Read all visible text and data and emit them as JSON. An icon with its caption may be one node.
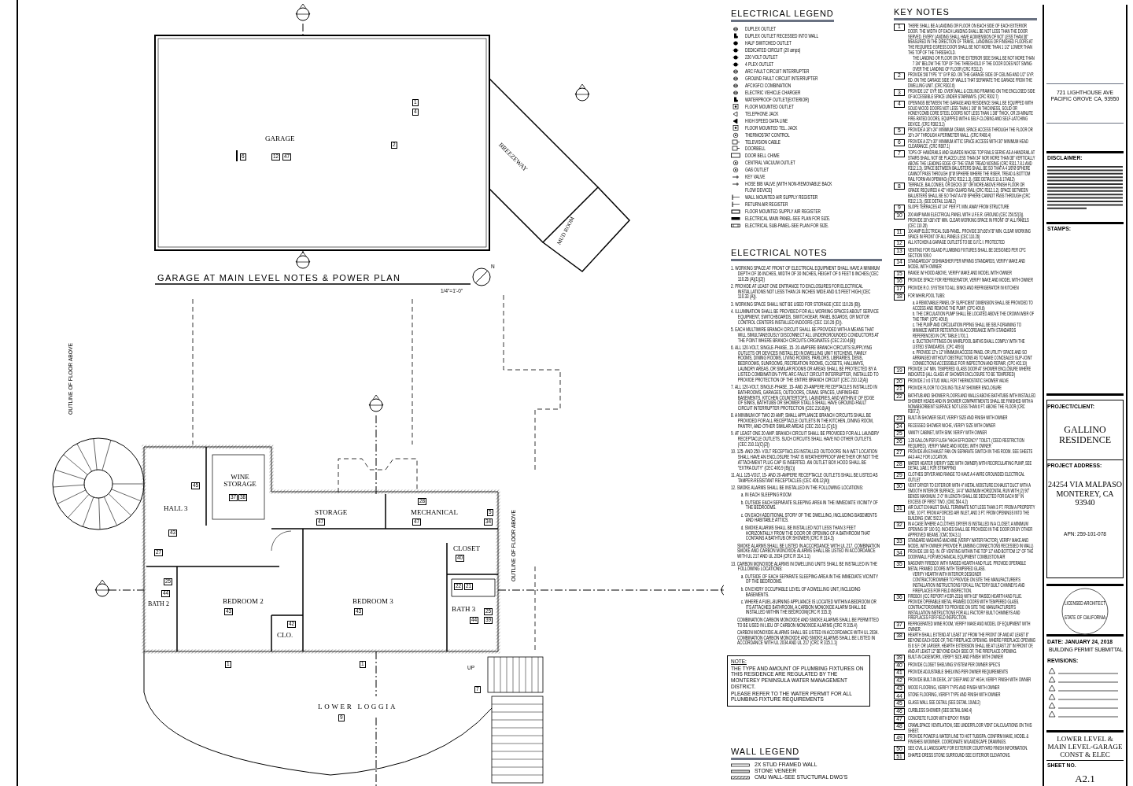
{
  "diagram": {
    "title": "GARAGE AT MAIN LEVEL NOTES & POWER PLAN",
    "nodes": [
      {
        "text": [
          "1"
        ],
        "beside": [
          "THERE SHALL BE A LANDING OR FLOOR ON EACH SIDE OF EACH EXTERIOR DOOR. THE WIDTH OF EACH LANDING SHALL BE NOT LESS THAN THE DOOR SERVED. EVERY LANDING SHALL HAVE A DIMENSION OF NOT LESS THAN 36\" MEASURED IN THE DIRECTION OF TRAVEL. LANDINGS OR FINISHED FLOORS AT THE REQUIRED EGRESS DOOR SHALL BE NOT MORE THAN 1 1/2\" LOWER THAN THE TOP OF THE THRESHOLD.",
          "THE LANDING OR FLOOR ON THE EXTERIOR SIDE SHALL BE NOT MORE THAN 7 3/4\" BELOW THE TOP OF THE THRESHOLD IF THE DOOR DOES NOT SWING OVER THE LANDING OF FLOOR (CRC R311.3)"
        ]
      },
      {
        "text": [
          "2"
        ],
        "beside": [
          "PROVIDE 5/8 TYPE \"X\" GYP. BD. ON THE GARAGE SIDE OF CEILING AND 1/2\" GYP. BD. ON THE GARAGE SIDE OF WALLS THAT SEPARATE THE GARAGE FROM THE DWELLING UNIT. (CRC R302.6)"
        ]
      },
      {
        "text": [
          "3"
        ],
        "beside": [
          "PROVIDE 1/2\" GYP. BD. OVER WALL & CEILING FRAMING ON THE ENCLOSED SIDE OF ACCESSIBLE SPACE UNDER STAIRWAYS. (CRC R302.7)"
        ]
      },
      {
        "text": [
          "4"
        ],
        "beside": [
          "OPENINGS BETWEEN THE GARAGE AND RESIDENCE SHALL BE EQUIPPED WITH SOLID WOOD DOORS NOT LESS THAN 1 3/8\" IN THICKNESS, SOLID OR HONEYCOMB CORE STEEL DOORS NOT LESS THAN 1 3/8\" THICK, OR 20-MINUTE FIRE-RATED DOORS, EQUIPPED WITH A SELF-CLOSING AND SELF-LATCHING DEVICE. (CRC R302.5.1)"
        ]
      },
      {
        "text": [
          "5"
        ],
        "beside": [
          "PROVIDE A 18\"x 24\" MINIMUM CRAWL SPACE ACCESS THROUGH THE FLOOR OR 16\"x 24\" THROUGH A PERIMETER WALL. (CRC R408.4)"
        ]
      },
      {
        "text": [
          "6"
        ],
        "beside": [
          "PROVIDE A 22\"x 30\" MINIMUM ATTIC SPACE ACCESS WITH 30\" MINIMUM HEAD CLEARANCE. (CRC R807.1)"
        ]
      },
      {
        "text": [
          "7"
        ],
        "beside": [
          "TOPS OF HANDRAILS AND GUARDS WHOSE TOP RAILS SERVE AS A HANDRAIL AT STAIRS SHALL NOT BE PLACED LESS THAN 34\" NOR MORE THAN 38\" VERTICALLY ABOVE THE LEADING EDGE OF THE STAIR TREAD NOSING (CRC R311.7.8.1 AND R312.1.3). SPACE BETWEEN BALUSTERS SHALL BE SO THAT A 4 3/8\"Ø SPHERE CANNOT PASS THROUGH (6\"Ø SPHERE WHERE THE RISER, TREAD & BOTTOM RAIL FORM AN OPENING) (CRC R312.1.3). (SEE DETAILS 11 & 17/A8.2)"
        ]
      },
      {
        "text": [
          "8"
        ],
        "beside": [
          "TERRACE, BALCONIES, OR DECKS 30\" OR MORE ABOVE FINISH FLOOR OR GRADE REQUIRED A 42\" HIGH GUARD RAIL (CRC R312.1.2). SPACE BETWEEN BALUSTERS SHALL BE SO THAT A 4\"Ø SPHERE CANNOT PASS THROUGH (CRC R312.1.3). (SEE DETAIL 11/A8.2)"
        ]
      },
      {
        "text": [
          "9"
        ],
        "beside": [
          "SLOPE TERRACES AT 1/4\" PER FT. MIN. AWAY FROM STRUCTURE"
        ]
      },
      {
        "text": [
          "10"
        ],
        "beside": [
          "200 AMP MAIN ELECTRICAL PANEL WITH U.F.E.R. GROUND (CEC 250.52(3)). PROVIDE 30\"x36\"x78\" MIN. CLEAR WORKING SPACE IN FRONT OF ALL PANELS (CEC 110.26)"
        ]
      },
      {
        "text": [
          "11"
        ],
        "beside": [
          "100 AMP ELECTRICAL SUB-PANEL. PROVIDE 30\"x36\"x78\" MIN. CLEAR WORKING SPACE IN FRONT OF ALL PANELS (CEC 110.26)"
        ]
      },
      {
        "text": [
          "12"
        ],
        "beside": [
          "ALL KITCHEN & GARAGE OUTLETS TO BE G.F.C.I. PROTECTED"
        ]
      },
      {
        "text": [
          "13"
        ],
        "beside": [
          "VENTING FOR ISLAND PLUMBING FIXTURES SHALL BE DESIGNED PER CPC SECTION 909.0"
        ]
      },
      {
        "text": [
          "14"
        ],
        "beside": [
          "STANDARD/24\" DISHWASHER PER MFMNG STANDARDS, VERIFY MAKE AND MODEL WITH OWNER"
        ]
      },
      {
        "text": [
          "15"
        ],
        "beside": [
          "RANGE W/ HOOD ABOVE, VERIFY MAKE AND MODEL WITH OWNER"
        ]
      },
      {
        "text": [
          "16"
        ],
        "beside": [
          "PROVIDE SPACE FOR REFRIGERATOR, VERIFY MAKE AND MODEL WITH OWNER"
        ]
      },
      {
        "text": [
          "17"
        ],
        "beside": [
          "PROVIDE R.O. SYSTEM TO ALL SINKS AND REFRIGERATOR IN KITCHEN"
        ]
      },
      {
        "text": [
          "18"
        ],
        "beside": [
          "FOR WHIRLPOOL TUBS:",
          "a. A REMOVABLE PANEL OF SUFFICIENT DIMENSION SHALL BE PROVIDED TO ACCESS AND REMOVE THE PUMP. (CPC 409.6)",
          "b. THE CIRCULATION PUMP SHALL BE LOCATED ABOVE THE CROWN WEIR OF THE TRAP. (CPC 409.6)",
          "c. THE PUMP AND CIRCULATION PIPING SHALL BE SELF-DRAINING TO MINIMIZE WATER RETENTION IN ACCORDANCE WITH STANDARDS REFERENCED IN CPC TABLE 1701.1.",
          "d. SUCTION FITTINGS ON WHIRLPOOL BATHS SHALL COMPLY WITH THE LISTED STANDARDS. (CPC 409.6)",
          "e. PROVIDE 12\"x 12\" MINIMUM ACCESS PANEL OR UTILITY SPACE AND SO ARRANGED WITHOUT OBSTRUCTIONS AS TO MAKE CONCEALED SLIP-JOINT CONNECTIONS ACCESSIBLE FOR INSPECTION AND REPAIR. (CPC 402.10)"
        ]
      },
      {
        "text": [
          "19"
        ],
        "beside": [
          "PROVIDE 1/4\" MIN. TEMPERED GLASS DOOR AT SHOWER ENCLOSURE WHERE INDICATED (ALL GLASS AT SHOWER ENCLOSURE TO BE TEMPERED)"
        ]
      },
      {
        "text": [
          "20"
        ],
        "beside": [
          "PROVIDE 2 x 6 STUD WALL FOR THERMOSTATIC SHOWER VALVE"
        ]
      },
      {
        "text": [
          "21"
        ],
        "beside": [
          "PROVIDE FLOOR TO CEILING TILE AT SHOWER ENCLOSURE"
        ]
      },
      {
        "text": [
          "22"
        ],
        "beside": [
          "BATHTUB AND SHOWER FLOORS AND WALLS ABOVE BATHTUBS WITH INSTALLED SHOWER HEADS AND IN SHOWER COMPARTMENTS SHALL BE FINISHED WITH A NONABSORBENT SURFACE NOT LESS THAN 6 FT. ABOVE THE FLOOR (CRC R307.2)"
        ]
      },
      {
        "text": [
          "23"
        ],
        "beside": [
          "BUILT-IN SHOWER SEAT, VERIFY SIZE AND FINISH WITH OWNER"
        ]
      },
      {
        "text": [
          "24"
        ],
        "beside": [
          "RECESSED SHOWER NICHE, VERIFY SIZE WITH OWNER"
        ]
      },
      {
        "text": [
          "25"
        ],
        "beside": [
          "VANITY CABINET, WITH SINK VERIFY WITH OWNER"
        ]
      },
      {
        "text": [
          "26"
        ],
        "beside": [
          "1.28 GALLON PER FLUSH \"HIGH EFFICIENCY\" TOILET. (CEED RESTRICTION REQUIRED). VERIFY MAKE AND MODEL WITH OWNER"
        ]
      },
      {
        "text": [
          "27"
        ],
        "beside": [
          "PROVIDE AN EXHAUST FAN ON SEPARATE SWITCH IN THIS ROOM. SEE SHEETS A4.0-A4.2 FOR LOCATION."
        ]
      },
      {
        "text": [
          "28"
        ],
        "beside": [
          "WATER HEATER (VERIFY SIZE WITH OWNER) WITH RECIRCULATING PUMP, SEE DETAIL 1/A8.1 FOR STRAPPING"
        ]
      },
      {
        "text": [
          "29"
        ],
        "beside": [
          "CLOTHES DRYER AND RANGE TO HAVE A 4-WIRE GROUNDED ELECTRICAL OUTLET"
        ]
      },
      {
        "text": [
          "30"
        ],
        "beside": [
          "VENT DRYER TO EXTERIOR WITH 4\" METAL MOISTURE EXHAUST DUCT WITH A SMOOTH INTERIOR SURFACE, 14'-0\" MAXIMUM HORIZONTAL RUN WITH (2) 90° BENDS MAXIMUM. 2'-0\" IN LENGTH SHALL BE DEDUCTED FOR EACH 90° IN EXCESS OF FIRST TWO. (CMC 504.4.2)"
        ]
      },
      {
        "text": [
          "31"
        ],
        "beside": [
          "AIR DUCT EXHAUST SHALL TERMINATE NOT LESS THAN 3 FT. FROM A PROPERTY LINE, 10 FT. FROM A FORCED AIR INLET, AND 3 FT. FROM OPENINGS INTO THE BUILDING (CMC 502.2.1)"
        ]
      },
      {
        "text": [
          "32"
        ],
        "beside": [
          "IN A CASE WHERE A CLOTHES DRYER IS INSTALLED IN A CLOSET, A MINIMUM OPENING OF 100 SQ. INCHES SHALL BE PROVIDED IN THE DOOR OR BY OTHER APPROVED MEANS. (CMC 504.3.1)"
        ]
      },
      {
        "text": [
          "33"
        ],
        "beside": [
          "STANDARD WASHING MACHINE (VERIFY WATER FACTOR), VERIFY MAKE AND MODEL WITH OWNER (PROVIDE PLUMBING CONNECTIONS RECESSED IN WALL)"
        ]
      },
      {
        "text": [
          "34"
        ],
        "beside": [
          "PROVIDE 100 SQ. IN. OF VENTING WITHIN THE TOP 12\" AND BOTTOM 12\" OF THE DOOR/WALL FOR MECHANICAL EQUIPMENT COMBUSTION AIR"
        ]
      },
      {
        "text": [
          "35"
        ],
        "beside": [
          "MASONRY FIREBOX WITH RAISED HEARTH AND FLUE. PROVIDE OPERABLE METAL FRAMED DOORS WITH TEMPERED GLASS.",
          "VERIFY HEARTH WITH INTERIOR DESIGNER",
          "CONTRACTOR/OWNER TO PROVIDE ON SITE THE MANUFACTURER'S INSTALLATION INSTRUCTIONS FOR ALL FACTORY BUILT CHIMNEYS AND FIREPLACES FOR FIELD INSPECTION."
        ]
      },
      {
        "text": [
          "36"
        ],
        "beside": [
          "FIREBOX (ICC REPORT # ESR-2316) WITH 18\" RAISED HEARTH AND FLUE. PROVIDE OPERABLE METAL FRAMED DOORS WITH TEMPERED GLASS. CONTRACTOR/OWNER TO PROVIDE ON SITE THE MANUFACTURER'S INSTALLATION INSTRUCTIONS FOR ALL FACTORY BUILT CHIMNEYS AND FIREPLACES FOR FIELD INSPECTION."
        ]
      },
      {
        "text": [
          "37"
        ],
        "beside": [
          "REFRIGERATED WINE ROOM, VERIFY MAKE AND MODEL OF EQUIPMENT WITH OWNER."
        ]
      },
      {
        "text": [
          "38"
        ],
        "beside": [
          "HEARTH SHALL EXTEND AT LEAST 16\" FROM THE FRONT OF AND AT LEAST 8\" BEYOND EACH SIDE OF, THE FIREPLACE OPENING. WHERE FIREPLACE OPENING IS 6 S.F. OR LARGER, HEARTH EXTENSION SHALL BE AT LEAST 20\" IN FRONT OF, AND AT LEAST 12\" BEYOND EACH SIDE OF, THE FIREPLACE OPENING."
        ]
      },
      {
        "text": [
          "39"
        ],
        "beside": [
          "BUILT-IN CASEWORK, VERIFY SIZE AND FINISH WITH OWNER"
        ]
      },
      {
        "text": [
          "40"
        ],
        "beside": [
          "PROVIDE CLOSET SHELVING SYSTEM PER OWNER SPEC'S"
        ]
      },
      {
        "text": [
          "41"
        ],
        "beside": [
          "PROVIDE ADJUSTABLE SHELVING PER OWNER REQUIREMENTS"
        ]
      },
      {
        "text": [
          "42"
        ],
        "beside": [
          "PROVIDE BUILT-IN DESK, 24\" DEEP AND 30\" HIGH, VERIFY FINISH WITH OWNER"
        ]
      },
      {
        "text": [
          "43"
        ],
        "beside": [
          "WOOD FLOORING, VERIFY TYPE AND FINISH WITH OWNER"
        ]
      },
      {
        "text": [
          "44"
        ],
        "beside": [
          "STONE FLOORING, VERIFY TYPE AND FINISH WITH OWNER"
        ]
      },
      {
        "text": [
          "45"
        ],
        "beside": [
          "GLASS WALL SEE DETAIL (SEE DETAIL 10/A8.2)"
        ]
      },
      {
        "text": [
          "46"
        ],
        "beside": [
          "CURBLESS SHOWER (SEE DETAIL 8/A8.4)"
        ]
      },
      {
        "text": [
          "47"
        ],
        "beside": [
          "CONCRETE FLOOR WITH EPOXY FINISH"
        ]
      },
      {
        "text": [
          "48"
        ],
        "beside": [
          "CRAWLSPACE VENTILATION, SEE UNDERFLOOR VENT CALCULATIONS ON THIS SHEET."
        ]
      },
      {
        "text": [
          "49"
        ],
        "beside": [
          "PROVIDE POWER & WATER LINE TO HOT TUB/SPA. CONFIRM MAKE, MODEL & FINISHES W/OWNER. COORDINATE W/LANDSCAPE DRAWINGS."
        ]
      },
      {
        "text": [
          "50"
        ],
        "beside": [
          "SEE CIVIL & LANDSCAPE FOR EXTERIOR COURTYARD FINISH INFORMATION."
        ]
      },
      {
        "text": [
          "51"
        ],
        "beside": [
          "SHAPED DRESS STONE SURROUND SEE EXTERIOR ELEVATIONS."
        ]
      }
    ],
    "labels": [
      "1",
      "4",
      "GARAGE",
      "2",
      "6",
      "12",
      "47",
      "BREEZEWAY",
      "MUD ROOM",
      "N",
      "1/4\"=1'-0\"",
      "OUTLINE OF FLOOR ABOVE",
      "WINE STORAGE",
      "45",
      "37",
      "38",
      "28",
      "HALL 3",
      "STORAGE",
      "MECHANICAL",
      "5",
      "47",
      "47",
      "34",
      "43",
      "OUTLINE OF FLOOR ABOVE",
      "CLOSET",
      "27",
      "40",
      "25",
      "22",
      "21",
      "44",
      "BEDROOM 2",
      "BEDROOM 3",
      "BATH 2",
      "BATH 3",
      "43",
      "43",
      "25",
      "44",
      "39",
      "42",
      "CLO.",
      "1",
      "1",
      "UP",
      "7",
      "LOWER LOGGIA",
      "9",
      "ELECTRICAL LEGEND",
      "KEY NOTES",
      "ELECTRICAL NOTES",
      "1. WORKING SPACE AT FRONT OF ELECTRICAL EQUIPMENT SHALL HAVE A MINIMUM DEPTH OF 36 INCHES, WIDTH OF 30 INCHES, HEIGHT OF 6 FEET 6 INCHES (CEC 110.26 (A)(1)(2))",
      "2. PROVIDE AT LEAST ONE ENTRANCE TO ENCLOSURES FOR ELECTRICAL INSTALLATIONS NOT LESS THAN 24 INCHES WIDE AND 6.5 FEET HIGH (CEC 110.33 (A)).",
      "3. WORKING SPACE SHALL NOT BE USED FOR STORAGE (CEC 110.26 (B)).",
      "4. ILLUMINATION SHALL BE PROVIDED FOR ALL WORKING SPACES ABOUT SERVICE EQUIPMENT, SWITCHBOARDS, SWITCHGEAR, PANEL BOARDS, OR MOTOR CONTROL CENTERS INSTALLED INDOORS (CEC 110.26 (D)).",
      "5. EACH MULTIWIRE BRANCH CIRCUIT SHALL BE PROVIDED WITH A MEANS THAT WILL SIMULTANEOUSLY DISCONNECT ALL UNDERGROUNDED CONDUCTORS AT THE POINT WHERE BRANCH CIRCUITS ORIGINATES (CEC 210.4(B))",
      "6. ALL 120-VOLT, SINGLE-PHASE, 15- 20-AMPERE BRANCH CIRCUITS SUPPLYING OUTLETS OR DEVICES INSTALLED IN DWELLING UNIT KITCHENS, FAMILY ROOMS, DINING ROOMS, LIVING ROOMS, PARLORS, LIBRARIES, DENS, BEDROOMS, SUNROOMS, RECREATION ROOMS, CLOSETS, HALLWAYS, LAUNDRY AREAS, OR SIMILAR ROOMS OR AREAS SHALL BE PROTECTED BY A LISTED COMBINATION-TYPE ARC-FAULT CIRCUIT INTERRUPTER, INSTALLED TO PROVIDE PROTECTION OF THE ENTIRE BRANCH CIRCUIT (CEC 210.12(A))",
      "7. ALL 120-VOLT, SINGLE-PHASE, 15- AND 20-AMPERE RECEPTACLES INSTALLED IN BATHROOMS, GARAGES, OUTDOORS, CRAWL SPACES, UNFINISHED BASEMENTS, KITCHEN COUNTERTOPS, LAUNDRIES, AND WITHIN 6' OF EDGE OF SINKS, BATHTUBS OR SHOWER STALLS SHALL HAVE GROUND-FAULT CIRCUIT INTERRUPTER PROTECTION (CEC 210.8(A))",
      "8. A MINIMUM OF TWO 20 AMP, SMALL APPLIANCE BRANCH CIRCUITS SHALL BE PROVIDED FOR ALL RECEPTACLE OUTLETS IN THE KITCHEN, DINING ROOM, PANTRY, AND OTHER SIMILAR AREAS (CEC 210.11 (C)(1))",
      "9. AT LEAST ONE 20 AMP. BRANCH CIRCUIT SHALL BE PROVIDED FOR ALL LAUNDRY RECEPTACLE OUTLETS. SUCH CIRCUITS SHALL HAVE NO OTHER OUTLETS. (CEC 210.11(C)(2))",
      "10. 125- AND 250- VOLT RECEPTACLES INSTALLED OUTDOORS IN A WET LOCATION SHALL HAVE AN ENCLOSURE THAT IS WEATHERPROOF WHETHER OR NOT THE ATTACHMENT PLUG CAP IS INSERTED. AN OUTLET BOX HOOD SHALL BE \"EXTRA DUTY\" (CEC 406.9 (B)(1))",
      "11. ALL 125-VOLT, 15- AND 20-AMPERE RECEPTACLE OUTLETS SHALL BE LISTED AS TAMPER-RESISTANT RECEPTACLES (CEC 406.12(A))",
      "12. SMOKE ALARMS SHALL BE INSTALLED IN THE FOLLOWING LOCATIONS:",
      "a. IN EACH SLEEPING ROOM",
      "b. OUTSIDE EACH SEPARATE SLEEPING AREA IN THE IMMEDIATE VICINITY OF THE BEDROOMS.",
      "c. ON EACH ADDITIONAL STORY OF THE DWELLING, INCLUDING BASEMENTS AND HABITABLE ATTICS.",
      "d. SMOKE ALARMS SHALL BE INSTALLED NOT LESS THAN 3 FEET HORIZONTALLY FROM THE DOOR OR OPENING OF A BATHROOM THAT CONTAINS A BATHTUB OR SHOWER (CRC R 314.3)",
      "SMOKE ALARMS SHALL BE LISTED IN ACCORDANCE WITH UL 217. COMBINATION SMOKE AND CARBON MONOXIDE ALARMS SHALL BE LISTED IN ACCORDANCE WITH UL 217 AND UL 2034 (CRC R 314.1.1)",
      "13. CARBON MONOXIDE ALARMS IN DWELLING UNITS SHALL BE INSTALLED IN THE FOLLOWING LOCATIONS:",
      "a. OUTSIDE OF EACH SEPARATE SLEEPING AREA IN THE IMMEDIATE VICINITY OF THE BEDROOMS.",
      "b. ON EVERY OCCUPIABLE LEVEL OF A DWELLING UNIT, INCLUDING BASEMENTS.",
      "c. WHERE A FUEL-BURNING APPLIANCE IS LOCATED WITHIN A BEDROOM OR ITS ATTACHED BATHROOM, A CARBON MONOXIDE ALARM SHALL BE INSTALLED WITHIN THE BEDROOM(CRC R 315.3)",
      "COMBINATION CARBON MONOXIDE AND SMOKE ALARMS SHALL BE PERMITTED TO BE USED IN LIEU OF CARBON MONOXIDE ALARMS (CRC R 315.4)",
      "CARBON MONOXIDE ALARMS SHALL BE LISTED IN ACCORDANCE WITH UL 2034. COMBINATION CARBON MONOXIDE AND SMOKE ALARMS SHALL BE LISTED IN ACCORDANCE WITH UL 2034 AND UL 217 (CRC R 315.1.1)",
      "NOTE:",
      "THE TYPE AND AMOUNT OF PLUMBING FIXTURES ON THIS RESIDENCE ARE REGULATED BY THE MONTEREY PENINSULA WATER MANAGEMENT DISTRICT.",
      "PLEASE REFER TO THE WATER PERMIT FOR ALL PLUMBING FIXTURE REQUIREMENTS",
      "WALL LEGEND",
      "721 LIGHTHOUSE AVE PACIFIC GROVE CA, 93950",
      "DISCLAIMER:",
      "STAMPS:",
      "PROJECT/CLIENT:",
      "GALLINO RESIDENCE",
      "PROJECT ADDRESS:",
      "24254 VIA MALPASO MONTEREY, CA 93940",
      "APN: 259-101-078",
      "DATE: JANUARY 24, 2018",
      "BUILDING PERMIT SUBMITTAL",
      "REVISIONS:",
      "LOWER LEVEL & MAIN LEVEL-GARAGE CONST & ELEC",
      "SHEET NO.",
      "A2.1",
      "LICENSED ARCHITECT",
      "STATE OF CALIFORNIA"
    ],
    "legend": [
      {
        "text": "DUPLEX OUTLET"
      },
      {
        "text": "DUPLEX OUTLET RECESSED INTO WALL"
      },
      {
        "text": "HALF SWITCHED OUTLET"
      },
      {
        "text": "DEDICATED CIRCUIT (20 amps)"
      },
      {
        "text": "220 VOLT OUTLET"
      },
      {
        "text": "4 PLEX OUTLET"
      },
      {
        "text": "ARC FAULT CIRCUIT INTERRUPTER"
      },
      {
        "text": "GROUND FAULT CIRCUIT INTERRUPTER"
      },
      {
        "text": "AFCI/GFCI COMBINATION"
      },
      {
        "text": "ELECTRIC VEHICLE CHARGER"
      },
      {
        "text": "WATERPROOF OUTLET(EXTERIOR)"
      },
      {
        "text": "FLOOR MOUNTED OUTLET"
      },
      {
        "text": "TELEPHONE JACK"
      },
      {
        "text": "HIGH SPEED DATA LINE"
      },
      {
        "text": "FLOOR MOUNTED TEL. JACK"
      },
      {
        "text": "THERMOSTAT CONTROL"
      },
      {
        "text": "TELEVISION CABLE"
      },
      {
        "text": "DOORBELL"
      },
      {
        "text": "DOOR BELL CHIME"
      },
      {
        "text": "CENTRAL VACUUM OUTLET"
      },
      {
        "text": "GAS OUTLET"
      },
      {
        "text": "KEY VALVE"
      },
      {
        "text": "HOSE BIB VALVE (WITH NON-REMOVABLE BACK FLOW DEVICE)"
      },
      {
        "text": "WALL MOUNTED AIR SUPPLY REGISTER"
      },
      {
        "text": "RETURN AIR REGISTER"
      },
      {
        "text": "FLOOR MOUNTED SUPPLY AIR REGISTER"
      },
      {
        "text": "ELECTRICAL MAIN PANEL-SEE PLAN FOR SIZE."
      },
      {
        "text": "ELECTRICAL SUB-PANEL-SEE PLAN FOR SIZE."
      },
      {
        "text": "2X STUD FRAMED WALL"
      },
      {
        "text": "STONE VENEER"
      },
      {
        "text": "CMU WALL-SEE STUCTURAL DWG'S"
      }
    ]
  }
}
